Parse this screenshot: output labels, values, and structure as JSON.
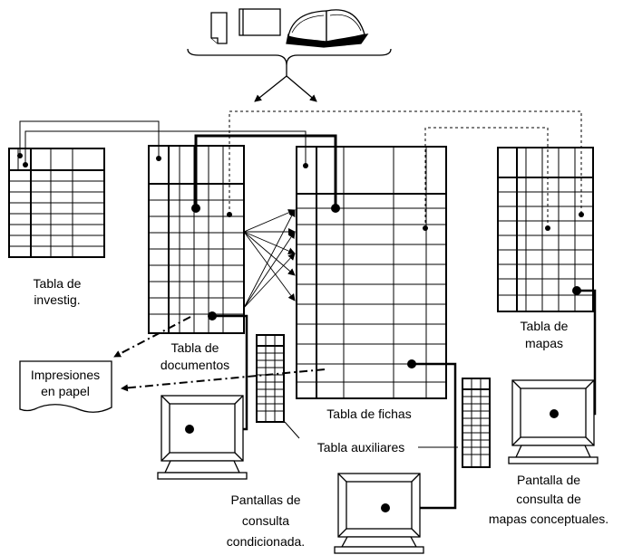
{
  "labels": {
    "tabla_investig_l1": "Tabla de",
    "tabla_investig_l2": "investig.",
    "tabla_documentos_l1": "Tabla de",
    "tabla_documentos_l2": "documentos",
    "tabla_fichas": "Tabla de fichas",
    "tabla_mapas_l1": "Tabla de",
    "tabla_mapas_l2": "mapas",
    "impresiones_l1": "Impresiones",
    "impresiones_l2": "en papel",
    "tabla_auxiliares": "Tabla auxiliares",
    "pantallas_cond_l1": "Pantallas de",
    "pantallas_cond_l2": "consulta",
    "pantallas_cond_l3": "condicionada.",
    "pantalla_mapas_l1": "Pantalla  de",
    "pantalla_mapas_l2": "consulta de",
    "pantalla_mapas_l3": "mapas conceptuales."
  },
  "icons": [
    "document-icon",
    "paper-icon",
    "open-book-icon",
    "monitor-icon",
    "printed-paper-icon"
  ],
  "colors": {
    "ink": "#000000",
    "background": "#ffffff"
  }
}
